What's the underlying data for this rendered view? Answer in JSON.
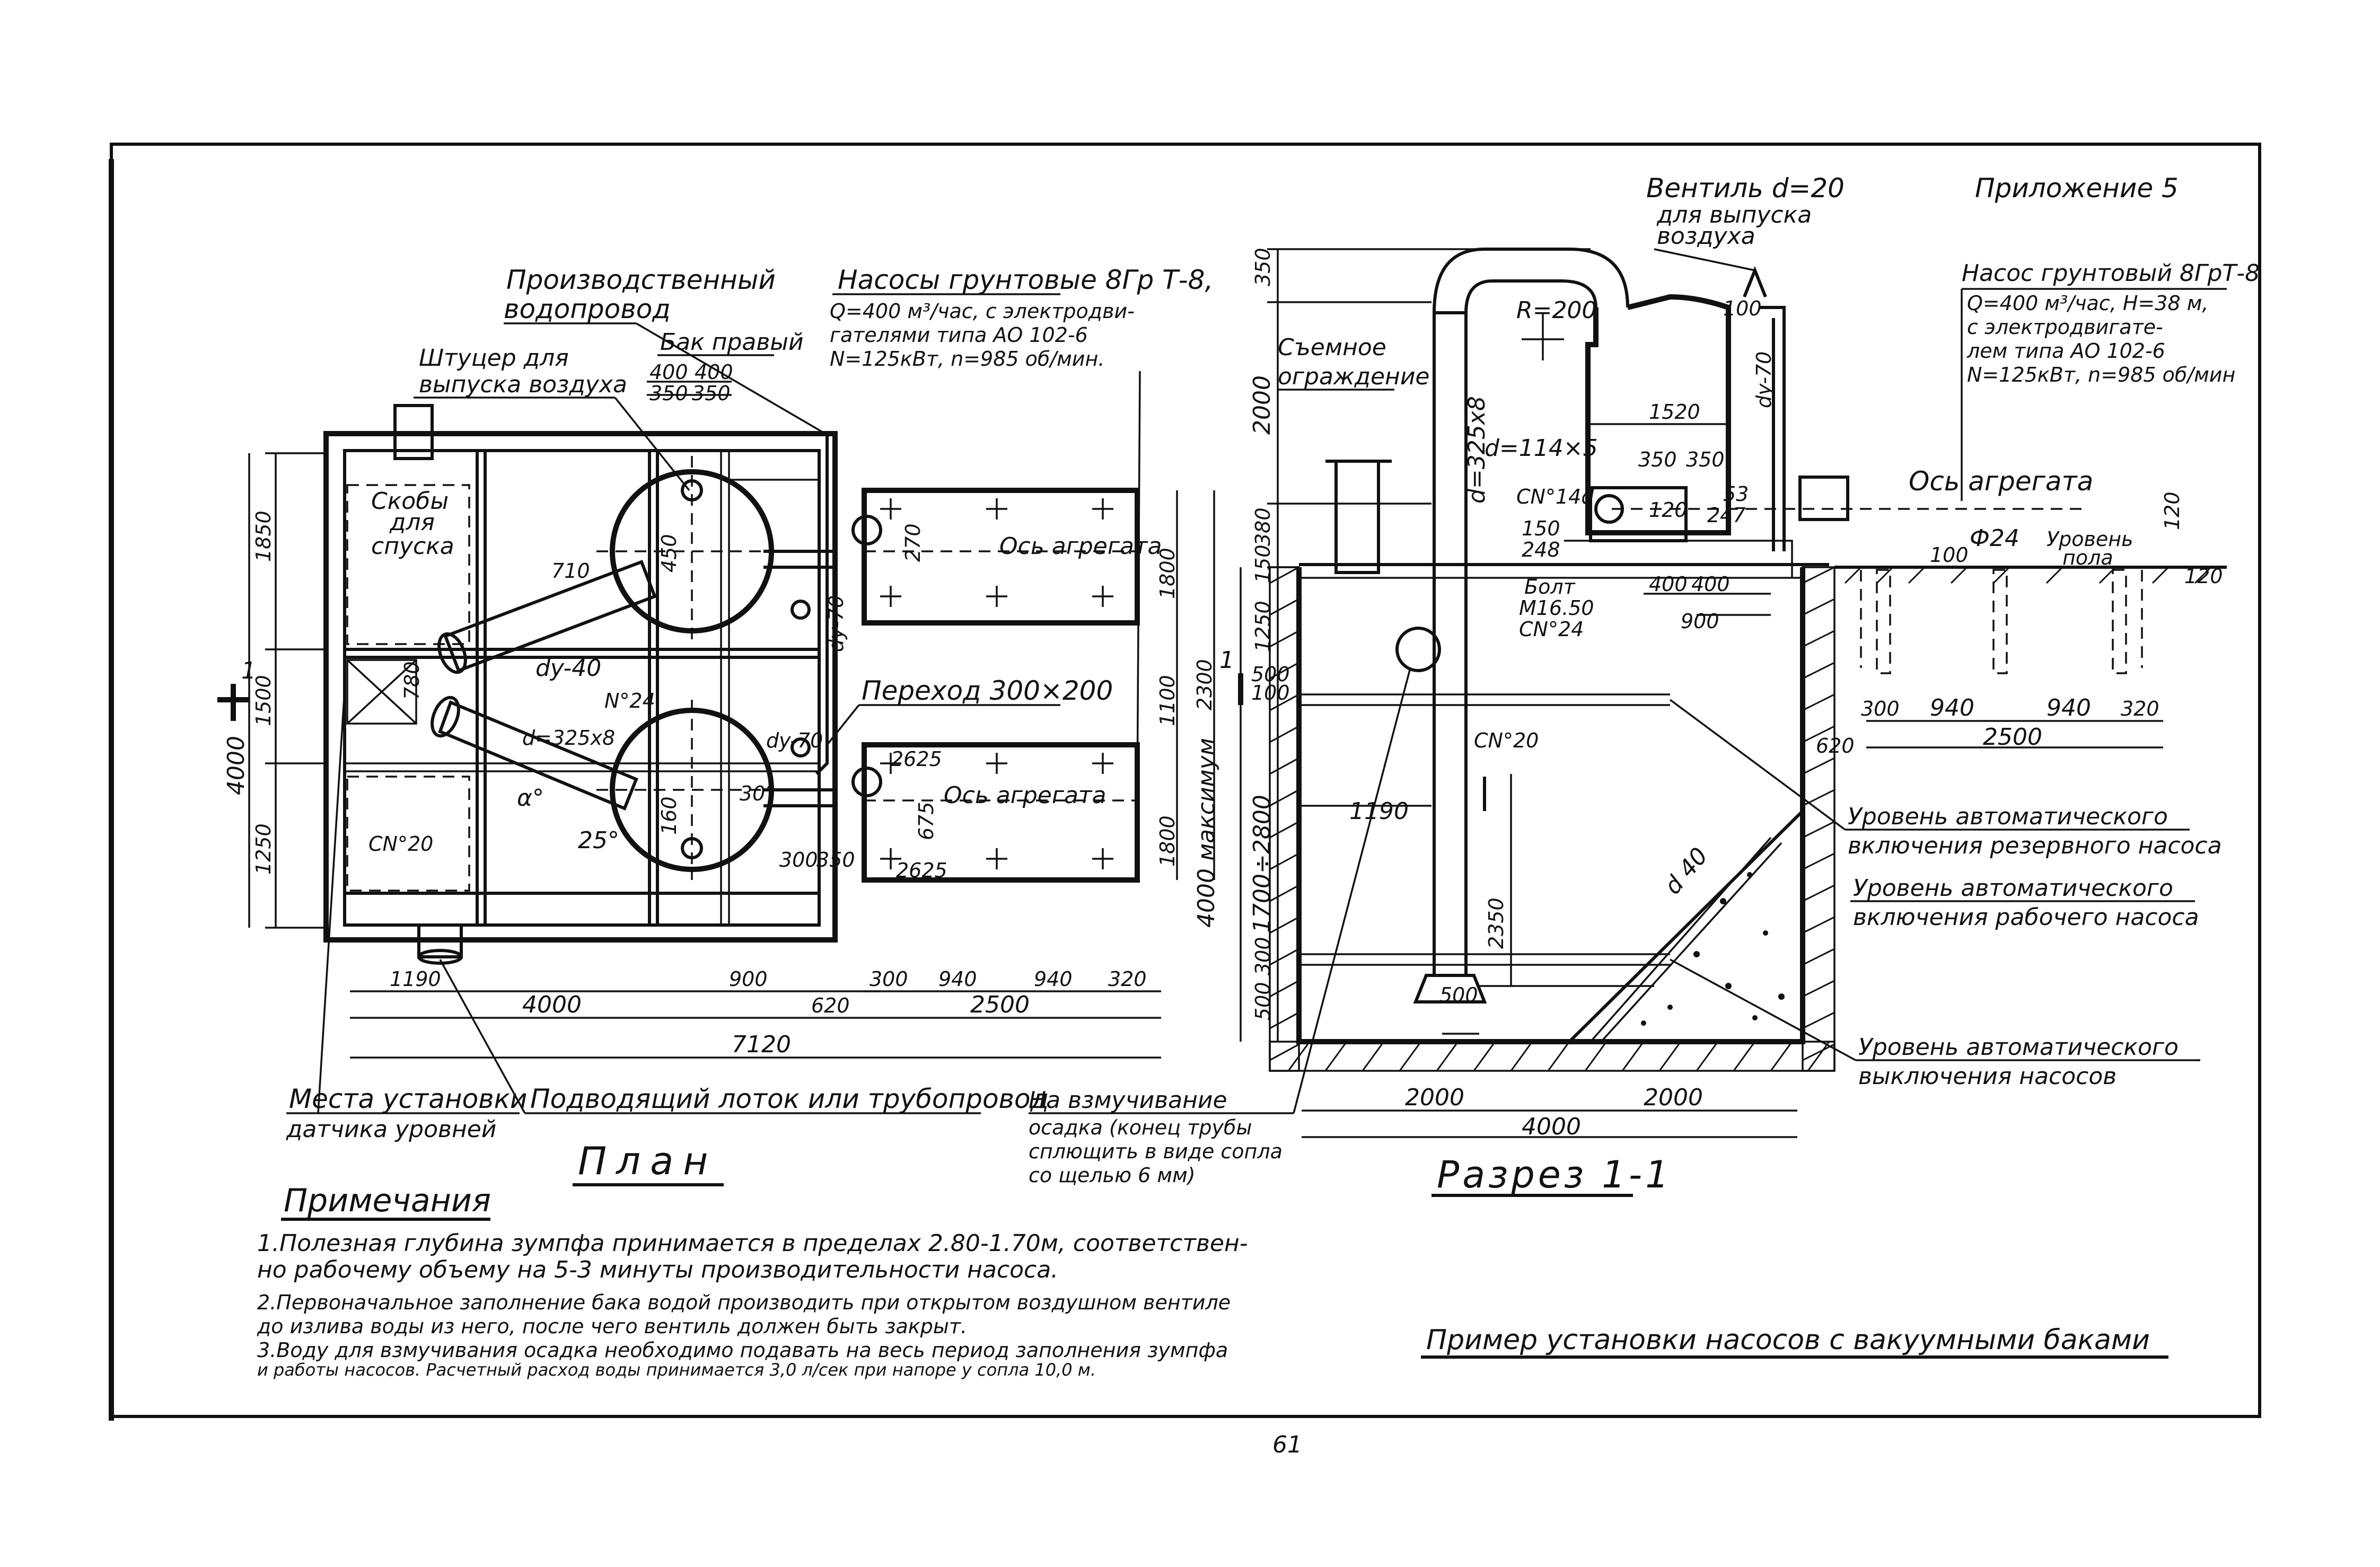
{
  "appendix": "Приложение 5",
  "page_number": "61",
  "plan": {
    "title": "План",
    "labels": {
      "water_main": [
        "Производственный",
        "водопровод"
      ],
      "pumps": [
        "Насосы грунтовые 8Гр Т-8,",
        "Q=400 м³/час, с электродви-",
        "гателями типа АО 102-6",
        "N=125кВт, n=985 об/мин."
      ],
      "tank_right": "Бак правый",
      "air_fitting": [
        "Штуцер для",
        "выпуска воздуха"
      ],
      "brackets": [
        "Скобы",
        "для",
        "спуска"
      ],
      "axis1": "Ось агрегата",
      "axis2": "Ось агрегата",
      "transition": "Переход 300×200",
      "sensor_place": [
        "Места установки",
        "датчика уровней"
      ],
      "inlet": "Подводящий лоток или трубопровод",
      "dy40": "dy-40",
      "n24": "N°24",
      "cn20": "СN°20",
      "dy70a": "dy-70",
      "dy70b": "dy-70",
      "d325": "d=325х8",
      "alpha": "α°",
      "deg25": "25°",
      "deg30": "30°",
      "d710": "710",
      "section_mark": "1"
    },
    "dims": {
      "d1850": "1850",
      "d1500": "1500",
      "d1250": "1250",
      "d4000v": "4000",
      "d400a": "400",
      "d400b": "400",
      "d350a": "350",
      "d350b": "350",
      "d1190": "1190",
      "d900": "900",
      "d4000h": "4000",
      "d620": "620",
      "d2500": "2500",
      "d7120": "7120",
      "d300": "300",
      "d940a": "940",
      "d940b": "940",
      "d320": "320",
      "d1800a": "1800",
      "d1100": "1100",
      "d2300": "2300",
      "d1800b": "1800",
      "d270": "270",
      "d2625": "2625",
      "d2625b": "2625",
      "d675": "675",
      "d300b": "300",
      "d350c": "350",
      "d780": "780",
      "d450": "450",
      "d160": "160"
    }
  },
  "section": {
    "title": "Разрез 1-1",
    "labels": {
      "valve": [
        "Вентиль d=20",
        "для выпуска",
        "воздуха"
      ],
      "pump": [
        "Насос грунтовый 8ГрТ-8",
        "Q=400 м³/час, H=38 м,",
        "с электродвигате-",
        "лем типа АО 102-6",
        "N=125кВт, n=985 об/мин"
      ],
      "fence": [
        "Съемное",
        "ограждение"
      ],
      "axis": "Ось агрегата",
      "r200": "R=200",
      "d114": "d=114×5",
      "cn14": "СN°14d",
      "bolt": [
        "Болт",
        "М16.50",
        "СN°24"
      ],
      "d325": "d=325х8",
      "dy70": "dy-70",
      "cn20": "СN°20",
      "d40": "d 40",
      "phi24": "Ф24",
      "floor": [
        "Уровень",
        "пола"
      ],
      "lvl_reserve": [
        "Уровень автоматического",
        "включения резервного насоса"
      ],
      "lvl_work": [
        "Уровень автоматического",
        "включения рабочего насоса"
      ],
      "lvl_off": [
        "Уровень автоматического",
        "выключения насосов"
      ],
      "max": "4000 максимум",
      "agitation": [
        "На взмучивание",
        "осадка (конец трубы",
        "сплющить в виде сопла",
        "со щелью 6 мм)"
      ]
    },
    "dims": {
      "d350": "350",
      "d2000v": "2000",
      "d380": "380",
      "d150": "150",
      "d1250": "1250",
      "d500": "500",
      "d100": "100",
      "d1700": "1700÷2800",
      "d300": "300",
      "d500b": "500",
      "d1520": "1520",
      "d350a": "350",
      "d350b": "350",
      "d120": "120",
      "d53": "53",
      "d247": "247",
      "d150b": "150",
      "d248": "248",
      "d400a": "400",
      "d400b": "400",
      "d900": "900",
      "d1190": "1190",
      "d2350": "2350",
      "d500c": "500",
      "d2000a": "2000",
      "d2000b": "2000",
      "d4000": "4000",
      "d100b": "100",
      "d620": "620",
      "d300h": "300",
      "d940a": "940",
      "d940b": "940",
      "d320": "320",
      "d2500": "2500",
      "d100c": "100",
      "d120b": "120",
      "d120c": "120"
    }
  },
  "notes": {
    "title": "Примечания",
    "lines": [
      "1.Полезная глубина зумпфа принимается в пределах 2.80-1.70м, соответствен-",
      "но рабочему объему на 5-3 минуты производительности насоса.",
      "2.Первоначальное заполнение бака водой производить при открытом воздушном вентиле",
      "до излива воды из него, после чего вентиль должен быть закрыт.",
      "3.Воду для взмучивания осадка необходимо подавать на весь период заполнения зумпфа",
      "и работы насосов. Расчетный расход воды принимается 3,0 л/сек при напоре у сопла 10,0 м."
    ]
  },
  "caption": "Пример установки насосов с вакуумными баками"
}
